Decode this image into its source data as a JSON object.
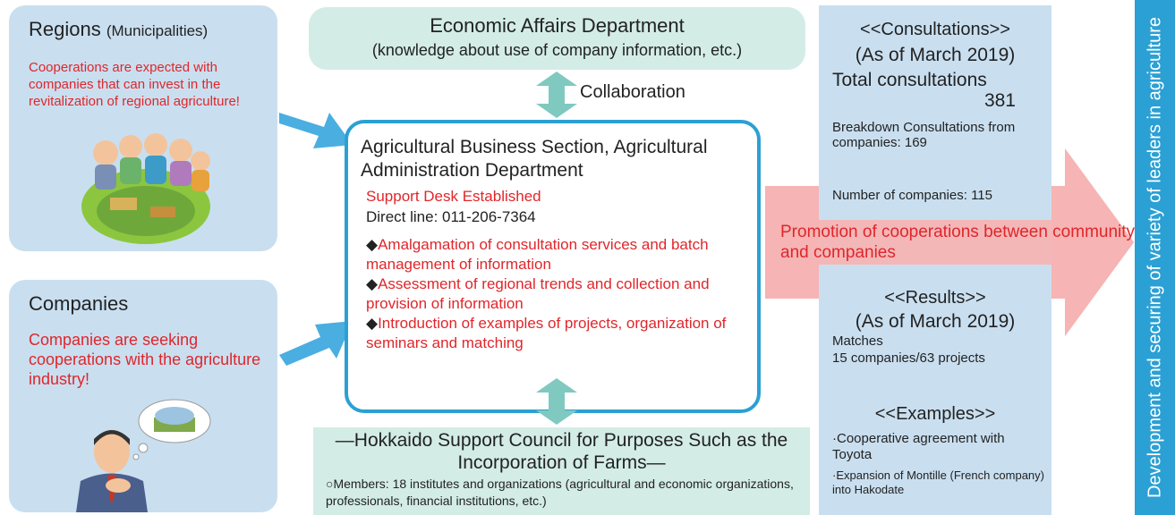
{
  "regions": {
    "title": "Regions",
    "subtitle": "(Municipalities)",
    "description": "Cooperations are expected with companies that can invest in the revitalization of regional agriculture!"
  },
  "companies": {
    "title": "Companies",
    "description": "Companies are seeking cooperations with the agriculture industry!"
  },
  "economic_affairs": {
    "line1": "Economic Affairs Department",
    "line2": "(knowledge about use of company information, etc.)"
  },
  "collaboration_label": "Collaboration",
  "central": {
    "title": "Agricultural Business Section, Agricultural Administration Department",
    "support_desk": "Support Desk Established",
    "direct_line": "Direct line: 011-206-7364",
    "items": [
      "Amalgamation of consultation services and batch management of information",
      "Assessment of regional trends and collection and provision of information",
      "Introduction of examples of projects, organization of seminars and matching"
    ]
  },
  "council": {
    "title": "—Hokkaido Support Council for Purposes Such as the Incorporation of Farms—",
    "members": "○Members: 18 institutes and organizations (agricultural and economic organizations, professionals, financial institutions, etc.)"
  },
  "consultations": {
    "heading": "<<Consultations>>",
    "date": "(As of March 2019)",
    "total_label": "Total consultations",
    "total_value": "381",
    "breakdown": "Breakdown Consultations from companies: 169",
    "num_companies": "Number of companies: 115"
  },
  "promotion": "Promotion of cooperations between community and companies",
  "results": {
    "heading": "<<Results>>",
    "date": "(As of March 2019)",
    "matches_label": "Matches",
    "matches_value": "15 companies/63 projects"
  },
  "examples": {
    "heading": "<<Examples>>",
    "items": [
      "·Cooperative agreement with Toyota",
      "·Expansion of Montille (French company) into Hakodate"
    ]
  },
  "vertical_text": "Development and securing of variety of leaders in agriculture",
  "colors": {
    "box_blue": "#c9dff0",
    "box_green": "#d3ece6",
    "accent_blue": "#2ba0d4",
    "arrow_teal": "#7fc9c0",
    "arrow_pink": "#f6b4b4",
    "text_red": "#e0262b"
  },
  "icons": [
    "farm-landscape-illustration",
    "businessman-thinking-illustration"
  ]
}
